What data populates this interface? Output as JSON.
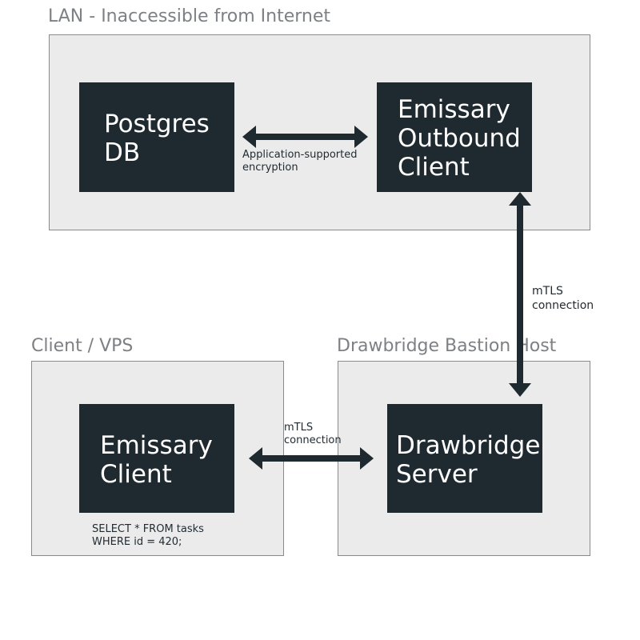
{
  "colors": {
    "node_fill": "#1f2a30",
    "node_text": "#ffffff",
    "zone_fill": "#ebebeb",
    "zone_border": "#8a8a8a",
    "zone_title": "#7d8084",
    "arrow": "#1f2a30"
  },
  "zones": {
    "lan": {
      "title": "LAN - Inaccessible from Internet"
    },
    "client": {
      "title": "Client / VPS"
    },
    "bastion": {
      "title": "Drawbridge Bastion  Host"
    }
  },
  "nodes": {
    "postgres": {
      "lines": [
        "Postgres",
        "DB"
      ]
    },
    "emissary_outbound": {
      "lines": [
        "Emissary",
        "Outbound",
        "Client"
      ]
    },
    "emissary_client": {
      "lines": [
        "Emissary",
        "Client"
      ]
    },
    "drawbridge_server": {
      "lines": [
        "Drawbridge",
        "Server"
      ]
    }
  },
  "edges": {
    "db_to_outbound": {
      "label_lines": [
        "Application-supported",
        "encryption"
      ]
    },
    "outbound_to_server": {
      "label_lines": [
        "mTLS",
        "connection"
      ]
    },
    "client_to_server": {
      "label_lines": [
        "mTLS",
        "connection"
      ]
    }
  },
  "query_note": {
    "lines": [
      "SELECT * FROM tasks",
      "WHERE id = 420;"
    ]
  }
}
